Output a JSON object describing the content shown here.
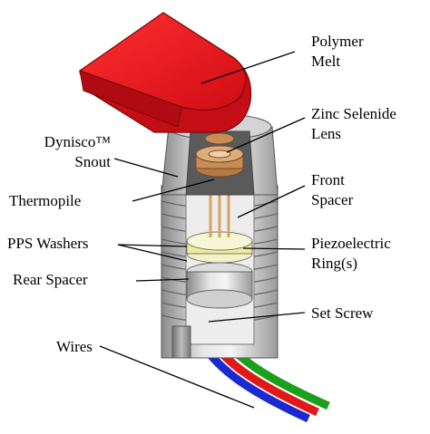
{
  "labels": {
    "polymer_melt": [
      "Polymer",
      "Melt"
    ],
    "zinc_selenide_lens": [
      "Zinc Selenide",
      "Lens"
    ],
    "dynisco_snout": [
      "Dynisco™",
      "Snout"
    ],
    "thermopile": "Thermopile",
    "front_spacer": [
      "Front",
      "Spacer"
    ],
    "pps_washers": "PPS Washers",
    "piezoelectric_rings": [
      "Piezoelectric",
      "Ring(s)"
    ],
    "rear_spacer": "Rear Spacer",
    "set_screw": "Set Screw",
    "wires": "Wires"
  },
  "colors": {
    "polymer_melt": "#e8131b",
    "housing": "#c8c8c8",
    "lens": "#c98c55",
    "piezo_ring": "#f2f2c8",
    "wire_red": "#e01818",
    "wire_green": "#1aa01a",
    "wire_blue": "#1a2ad0"
  }
}
